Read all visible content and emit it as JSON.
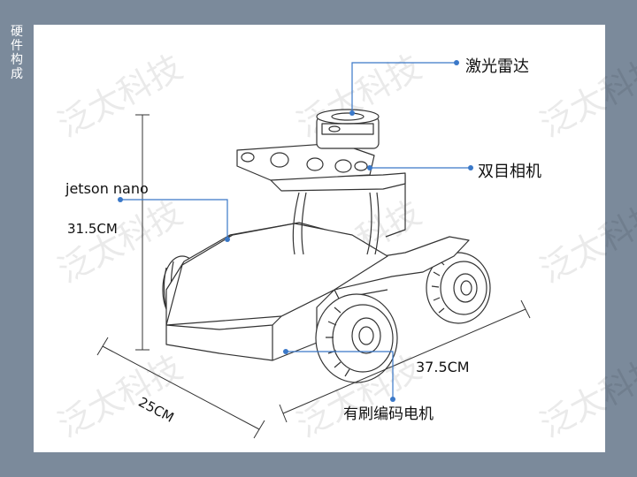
{
  "side_title": [
    "硬",
    "件",
    "构",
    "成"
  ],
  "watermark": "泛太科技",
  "labels": {
    "lidar": "激光雷达",
    "stereo_camera": "双目相机",
    "jetson": "jetson nano",
    "height": "31.5CM",
    "length": "37.5CM",
    "width": "25CM",
    "motor": "有刷编码电机"
  },
  "colors": {
    "background": "#7b8a9b",
    "panel": "#ffffff",
    "leader": "#3a78c8"
  }
}
